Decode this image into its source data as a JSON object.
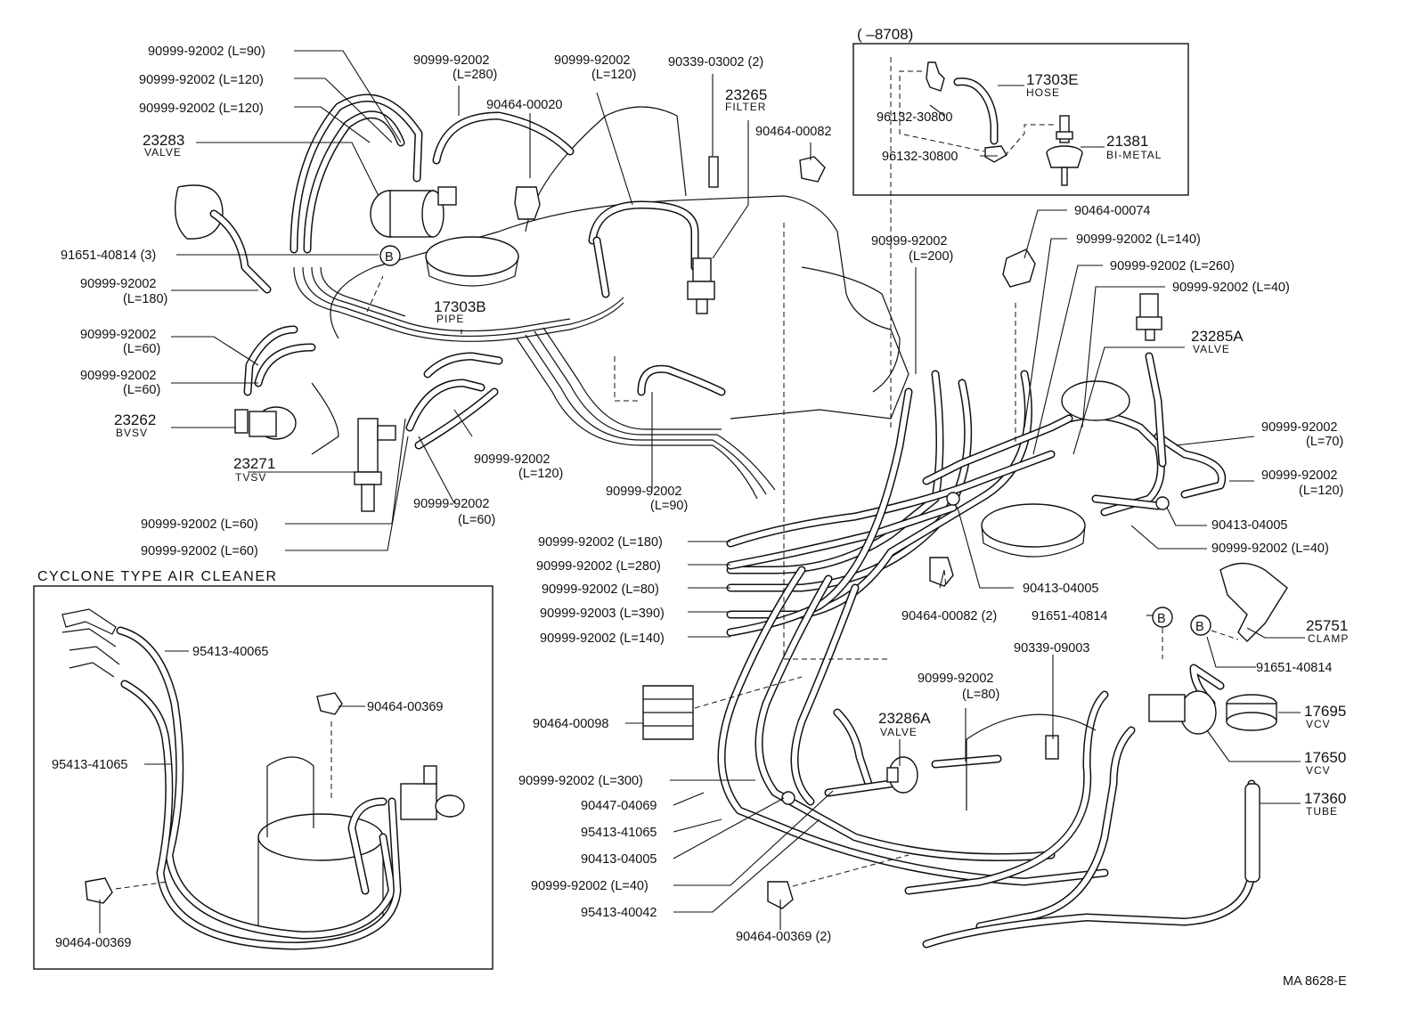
{
  "figure_code": "MA 8628-E",
  "inset": {
    "range": "(      –8708)"
  },
  "cyclone": {
    "title": "CYCLONE TYPE AIR CLEANER"
  },
  "callout_marker": "B",
  "labels": {
    "l1": "90999-92002 (L=90)",
    "l2": "90999-92002 (L=120)",
    "l3": "90999-92002 (L=120)",
    "l4_pn": "23283",
    "l4_name": "VALVE",
    "l5": "91651-40814 (3)",
    "l6a": "90999-92002",
    "l6b": "(L=180)",
    "l7a": "90999-92002",
    "l7b": "(L=60)",
    "l8a": "90999-92002",
    "l8b": "(L=60)",
    "l9_pn": "23262",
    "l9_name": "BVSV",
    "l10_pn": "23271",
    "l10_name": "TVSV",
    "l11": "90999-92002 (L=60)",
    "l12": "90999-92002 (L=60)",
    "l13a": "90999-92002",
    "l13b": "(L=280)",
    "l14": "90464-00020",
    "l15a": "90999-92002",
    "l15b": "(L=120)",
    "l16": "90339-03002 (2)",
    "l17_pn": "23265",
    "l17_name": "FILTER",
    "l18": "90464-00082",
    "l19_pn": "17303B",
    "l19_name": "PIPE",
    "l20a": "90999-92002",
    "l20b": "(L=120)",
    "l21a": "90999-92002",
    "l21b": "(L=60)",
    "l22a": "90999-92002",
    "l22b": "(L=90)",
    "l23_pn": "17303E",
    "l23_name": "HOSE",
    "l24": "96132-30800",
    "l25": "96132-30800",
    "l26_pn": "21381",
    "l26_name": "BI-METAL",
    "l27": "90464-00074",
    "l28a": "90999-92002",
    "l28b": "(L=200)",
    "l29": "90999-92002 (L=140)",
    "l30": "90999-92002 (L=260)",
    "l31": "90999-92002 (L=40)",
    "l32_pn": "23285A",
    "l32_name": "VALVE",
    "l33a": "90999-92002",
    "l33b": "(L=70)",
    "l34a": "90999-92002",
    "l34b": "(L=120)",
    "l35": "90413-04005",
    "l36": "90999-92002 (L=40)",
    "l37": "90413-04005",
    "l38": "90464-00082 (2)",
    "l39": "91651-40814",
    "l40_pn": "25751",
    "l40_name": "CLAMP",
    "l41": "91651-40814",
    "l42": "90339-09003",
    "l43a": "90999-92002",
    "l43b": "(L=80)",
    "l44_pn": "23286A",
    "l44_name": "VALVE",
    "l45_pn": "17695",
    "l45_name": "VCV",
    "l46_pn": "17650",
    "l46_name": "VCV",
    "l47_pn": "17360",
    "l47_name": "TUBE",
    "l48": "90999-92002 (L=180)",
    "l49": "90999-92002 (L=280)",
    "l50": "90999-92002 (L=80)",
    "l51": "90999-92003 (L=390)",
    "l52": "90999-92002 (L=140)",
    "l53": "90464-00098",
    "l54": "90999-92002 (L=300)",
    "l55": "90447-04069",
    "l56": "95413-41065",
    "l57": "90413-04005",
    "l58": "90999-92002 (L=40)",
    "l59": "95413-40042",
    "l60": "90464-00369 (2)",
    "c1": "95413-40065",
    "c2": "90464-00369",
    "c3": "95413-41065",
    "c4": "90464-00369"
  }
}
